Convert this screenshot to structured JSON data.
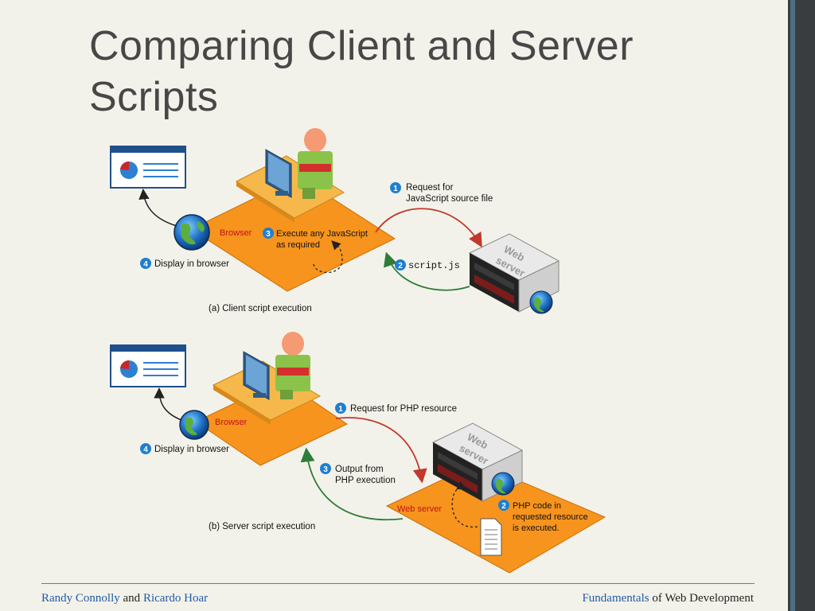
{
  "slide": {
    "title": "Comparing Client and Server Scripts"
  },
  "diagram_a": {
    "caption": "(a) Client script execution",
    "browser_label": "Browser",
    "step1": {
      "number": "1",
      "line1": "Request for",
      "line2": "JavaScript source file"
    },
    "step2": {
      "number": "2",
      "text": "script.js"
    },
    "step3": {
      "number": "3",
      "line1": "Execute any JavaScript",
      "line2": "as required"
    },
    "step4": {
      "number": "4",
      "text": "Display in browser"
    },
    "server_label_line1": "Web",
    "server_label_line2": "server"
  },
  "diagram_b": {
    "caption": "(b) Server script execution",
    "browser_label": "Browser",
    "webserver_label": "Web server",
    "step1": {
      "number": "1",
      "text": "Request for PHP resource"
    },
    "step2": {
      "number": "2",
      "line1": "PHP code in",
      "line2": "requested resource",
      "line3": "is executed."
    },
    "step3": {
      "number": "3",
      "line1": "Output from",
      "line2": "PHP execution"
    },
    "step4": {
      "number": "4",
      "text": "Display in browser"
    },
    "server_label_line1": "Web",
    "server_label_line2": "server"
  },
  "footer": {
    "author1": "Randy Connolly",
    "and": "and",
    "author2": "Ricardo Hoar",
    "book_highlight": "Fundamentals",
    "book_rest": "of Web Development"
  },
  "colors": {
    "orange": "#f7941d",
    "step_blue": "#1f7fd0",
    "arrow_red": "#c0392b",
    "arrow_green": "#2e7d3a"
  }
}
